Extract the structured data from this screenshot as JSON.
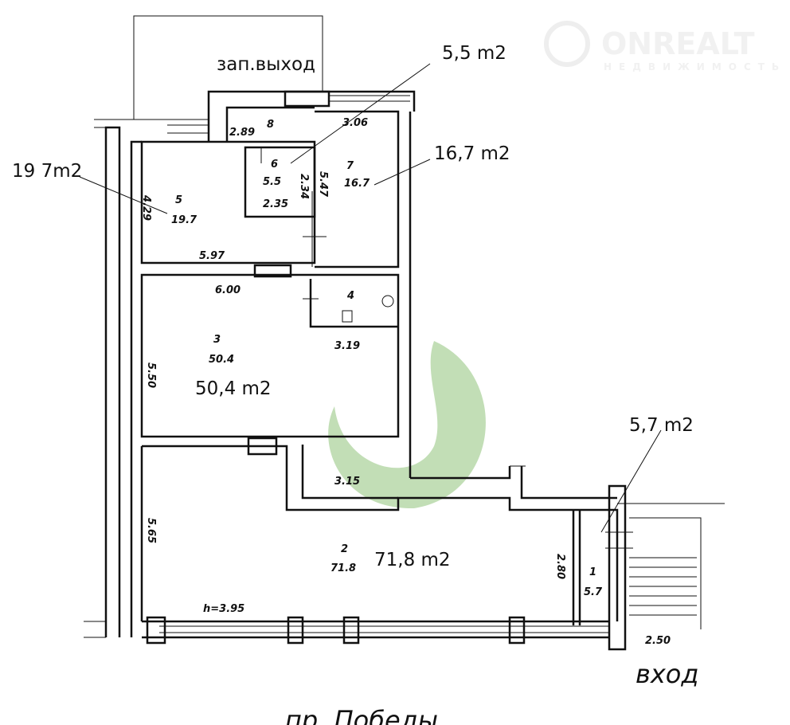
{
  "watermark": {
    "brand": "ONREALT",
    "tagline": "НЕДВИЖИМОСТЬ",
    "accent": "#8fc27a"
  },
  "annotations": {
    "emergency_exit": "зап.выход",
    "room6_area": "5,5 m2",
    "room7_area": "16,7 m2",
    "room5_area": "19 7m2",
    "room3_area": "50,4 m2",
    "room2_area": "71,8 m2",
    "room1_area": "5,7 m2",
    "entrance": "вход",
    "street": "пр. Победы"
  },
  "plan_labels": {
    "r8": "8",
    "d289": "2.89",
    "d306": "3.06",
    "r6": "6",
    "r6a": "5.5",
    "d235": "2.35",
    "d234": "2.34",
    "d547": "5.47",
    "r7": "7",
    "r7a": "16.7",
    "r5": "5",
    "r5a": "19.7",
    "d429": "4.29",
    "d597": "5.97",
    "d600": "6.00",
    "r4": "4",
    "d319": "3.19",
    "r3": "3",
    "r3a": "50.4",
    "d550": "5.50",
    "d315": "3.15",
    "r2": "2",
    "r2a": "71.8",
    "d565": "5.65",
    "h395": "h=3.95",
    "r1": "1",
    "r1a": "5.7",
    "d280": "2.80",
    "d250": "2.50"
  }
}
